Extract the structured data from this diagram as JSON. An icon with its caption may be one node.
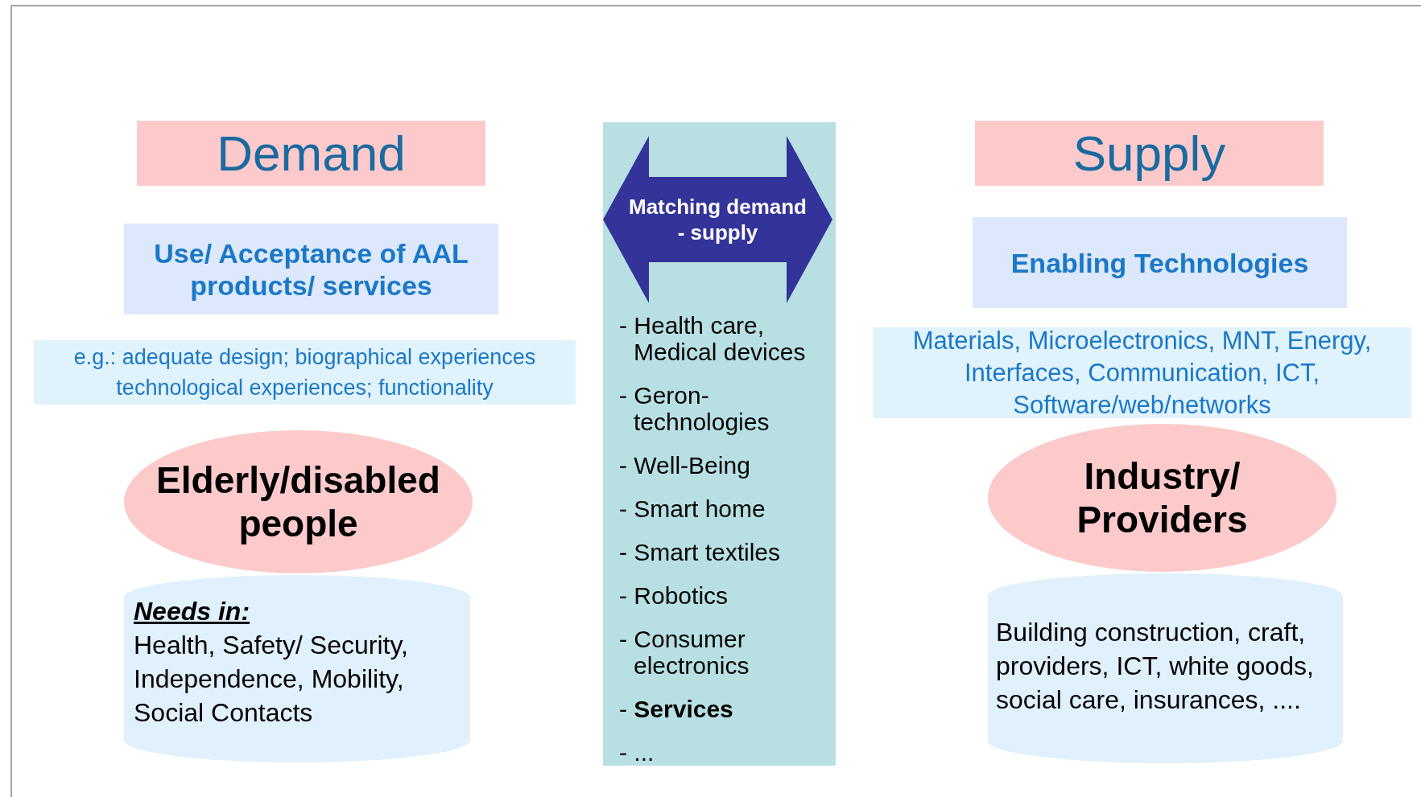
{
  "diagram": {
    "nodes": [
      {
        "text": [
          "Demand"
        ]
      },
      {
        "text": [
          "Use/ Acceptance of AAL products/ services"
        ]
      },
      {
        "text": [
          "e.g.: adequate design; biographical experiences technological experiences; functionality"
        ]
      },
      {
        "text": [
          "Elderly/disabled people"
        ]
      },
      {
        "text": [
          "Needs in:",
          "Health, Safety/ Security, Independence, Mobility, Social Contacts"
        ]
      },
      {
        "text": [
          "- Health care, Medical devices",
          "- Geron-technologies",
          "- Well-Being",
          "- Smart home",
          "- Smart textiles",
          "- Robotics",
          "- Consumer electronics",
          "- **Services**",
          "- ..."
        ]
      },
      {
        "text": [
          "Matching demand - supply"
        ],
        "in": 5
      },
      {
        "text": [
          "Supply"
        ]
      },
      {
        "text": [
          "Enabling Technologies"
        ]
      },
      {
        "text": [
          "Materials, Microelectronics, MNT, Energy, Interfaces, Communication, ICT, Software/web/networks"
        ]
      },
      {
        "text": [
          "Industry/ Providers"
        ]
      },
      {
        "text": [
          "Building construction, craft, providers, ICT, white goods, social care, insurances, ...."
        ]
      }
    ]
  }
}
